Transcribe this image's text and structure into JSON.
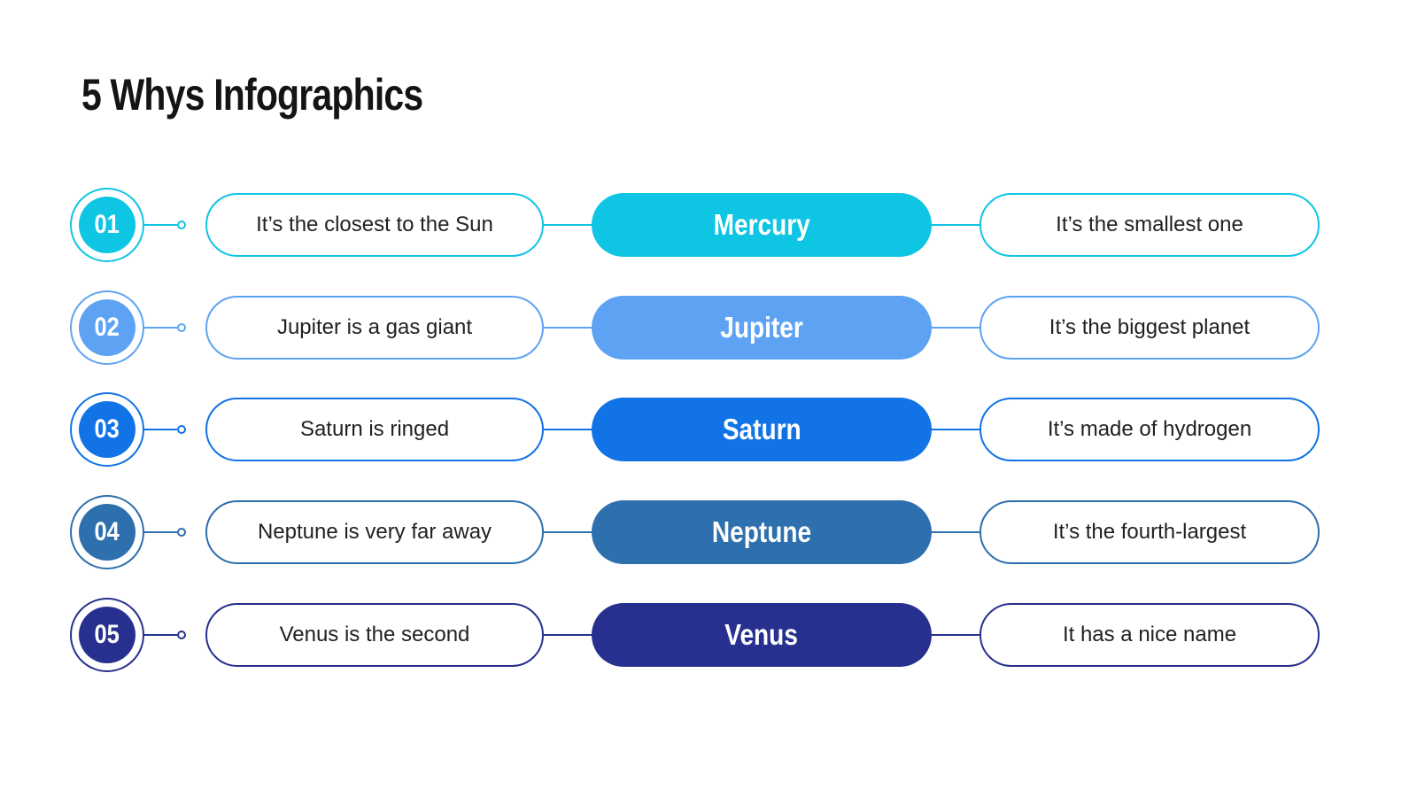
{
  "page": {
    "title": "5 Whys Infographics",
    "background": "#ffffff",
    "text_color": "#212121"
  },
  "rows": [
    {
      "number": "01",
      "planet": "Mercury",
      "left": "It’s the closest to the Sun",
      "right": "It’s the smallest one",
      "color": "#0FC5E4"
    },
    {
      "number": "02",
      "planet": "Jupiter",
      "left": "Jupiter is a gas giant",
      "right": "It’s the biggest planet",
      "color": "#5EA3F3"
    },
    {
      "number": "03",
      "planet": "Saturn",
      "left": "Saturn is ringed",
      "right": "It’s made of hydrogen",
      "color": "#1173E6"
    },
    {
      "number": "04",
      "planet": "Neptune",
      "left": "Neptune is very far away",
      "right": "It’s the fourth-largest",
      "color": "#2E6FAD"
    },
    {
      "number": "05",
      "planet": "Venus",
      "left": "Venus is the second",
      "right": "It has a nice name",
      "color": "#27308F"
    }
  ]
}
